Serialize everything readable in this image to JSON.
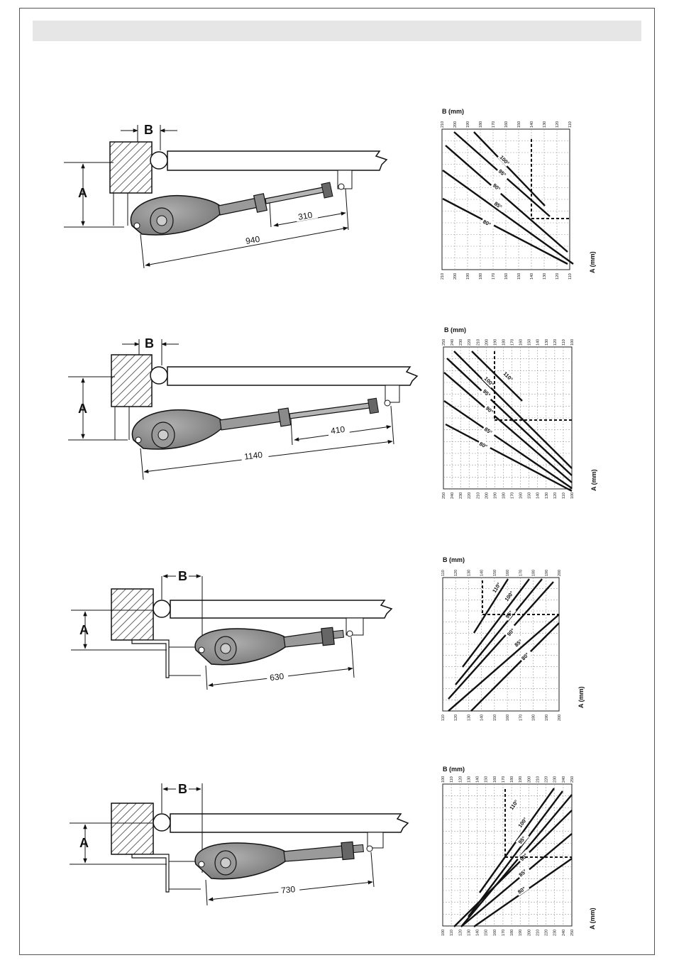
{
  "colors": {
    "ink": "#111111",
    "motor_fill": "#8a8a8a",
    "motor_dark": "#555555",
    "header": "#e6e6e6",
    "grid": "#9a9a9a"
  },
  "panels": [
    {
      "label_a": "A",
      "label_b": "B",
      "dim_stroke": "310",
      "dim_total": "940",
      "chart": {
        "b_label": "B (mm)",
        "a_label": "A (mm)",
        "top_ticks": [
          "210",
          "200",
          "190",
          "180",
          "170",
          "160",
          "150",
          "140",
          "130",
          "120",
          "110"
        ],
        "bottom_ticks": [
          "210",
          "200",
          "190",
          "180",
          "170",
          "160",
          "150",
          "140",
          "130",
          "120",
          "110"
        ],
        "angles": [
          "100°",
          "95°",
          "90°",
          "85°",
          "80°"
        ]
      }
    },
    {
      "label_a": "A",
      "label_b": "B",
      "dim_stroke": "410",
      "dim_total": "1140",
      "chart": {
        "b_label": "B (mm)",
        "a_label": "A (mm)",
        "top_ticks": [
          "250",
          "240",
          "230",
          "220",
          "210",
          "200",
          "190",
          "180",
          "170",
          "160",
          "150",
          "140",
          "130",
          "120",
          "110",
          "100"
        ],
        "bottom_ticks": [
          "250",
          "240",
          "230",
          "220",
          "210",
          "200",
          "190",
          "180",
          "170",
          "160",
          "150",
          "140",
          "130",
          "120",
          "110",
          "100"
        ],
        "angles": [
          "110°",
          "100°",
          "95°",
          "90°",
          "85°",
          "80°"
        ]
      }
    },
    {
      "label_a": "A",
      "label_b": "B",
      "dim_total": "630",
      "chart": {
        "b_label": "B (mm)",
        "a_label": "A (mm)",
        "top_ticks": [
          "110",
          "120",
          "130",
          "140",
          "150",
          "160",
          "170",
          "180",
          "190",
          "200"
        ],
        "bottom_ticks": [
          "110",
          "120",
          "130",
          "140",
          "150",
          "160",
          "170",
          "180",
          "190",
          "200"
        ],
        "angles": [
          "110°",
          "100°",
          "95°",
          "90°",
          "85°",
          "80°"
        ]
      }
    },
    {
      "label_a": "A",
      "label_b": "B",
      "dim_total": "730",
      "chart": {
        "b_label": "B (mm)",
        "a_label": "A (mm)",
        "top_ticks": [
          "100",
          "110",
          "120",
          "130",
          "140",
          "150",
          "160",
          "170",
          "180",
          "190",
          "200",
          "210",
          "220",
          "230",
          "240",
          "250"
        ],
        "bottom_ticks": [
          "100",
          "110",
          "120",
          "130",
          "140",
          "150",
          "160",
          "170",
          "180",
          "190",
          "200",
          "210",
          "220",
          "230",
          "240",
          "250"
        ],
        "angles": [
          "110°",
          "100°",
          "95°",
          "90°",
          "85°",
          "80°"
        ]
      }
    }
  ]
}
